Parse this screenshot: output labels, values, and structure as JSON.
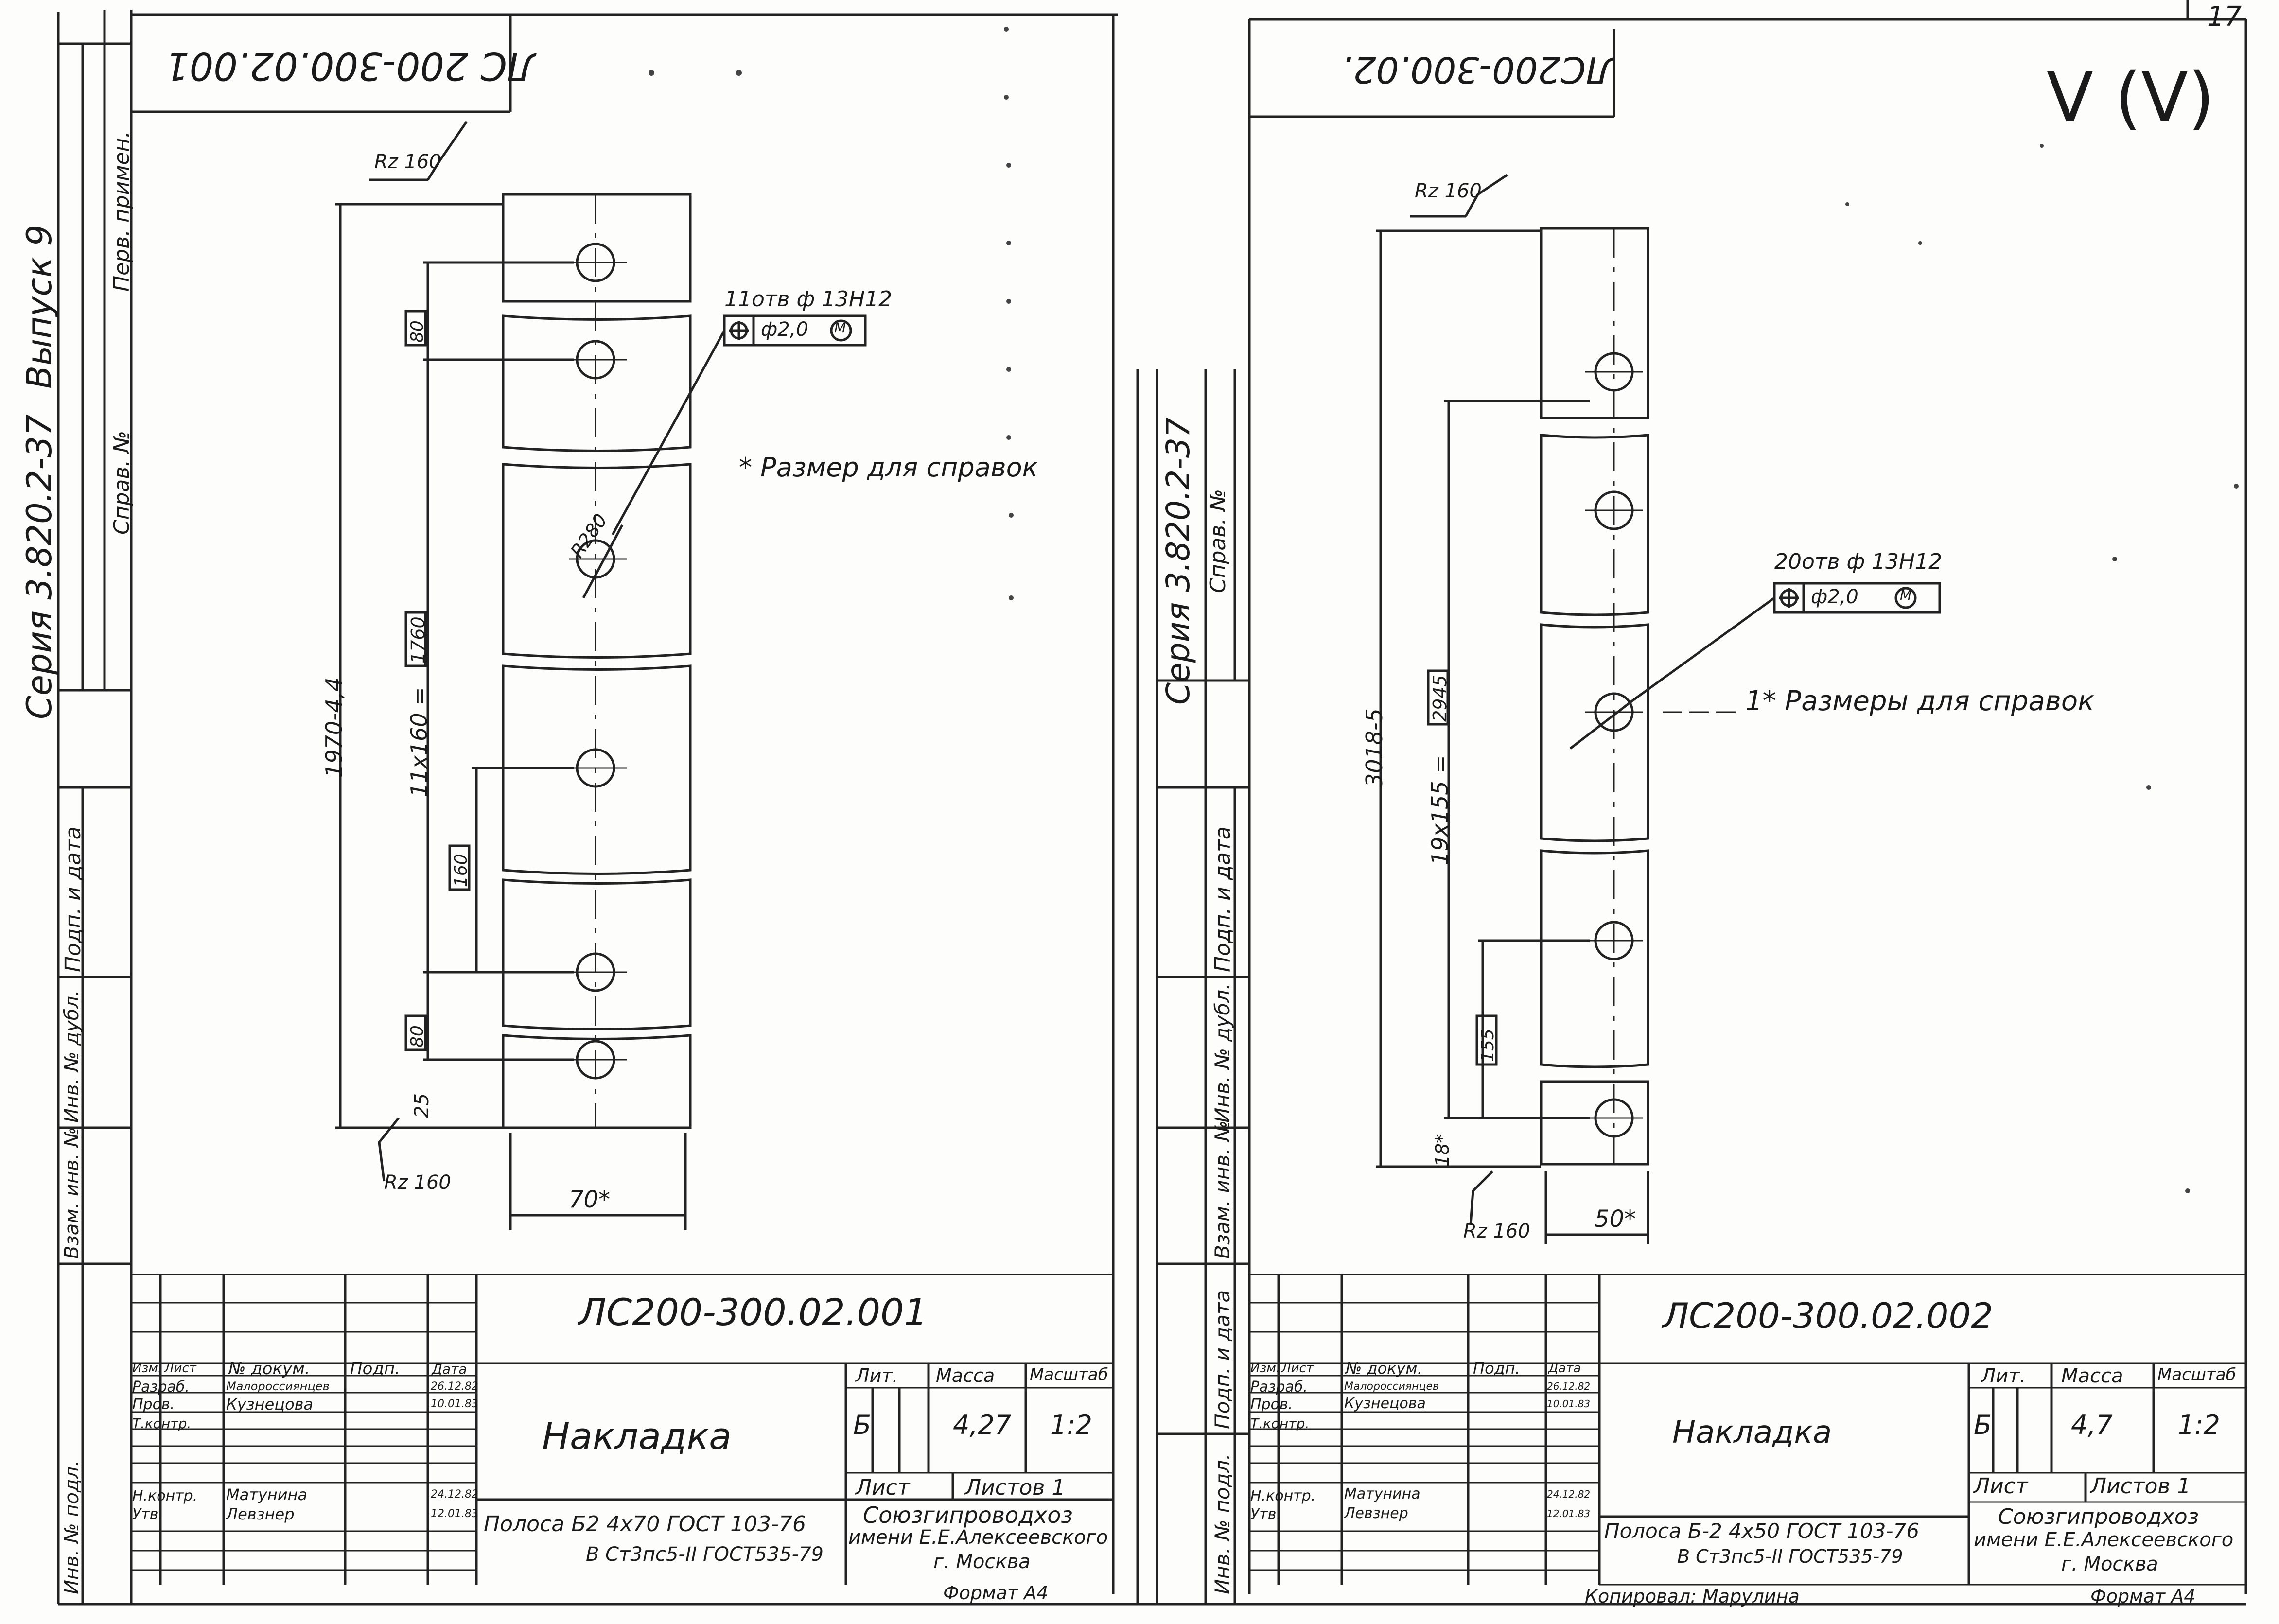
{
  "sheet_number": "17",
  "top_right_mark": "V (V)",
  "left_margin": {
    "series": "Серия 3.820.2-37",
    "issue": "Выпуск 9",
    "sprav": "Справ. №",
    "perv": "Перв. примен.",
    "podp_data": "Подп. и дата",
    "inv_dubl": "Инв. № дубл.",
    "vzam_inv": "Взам. инв. №",
    "inv_podl": "Инв. № подл."
  },
  "middle_margin": {
    "series": "Серия 3.820.2-37",
    "sprav": "Справ. №",
    "podp_data": "Подп. и дата",
    "inv_dubl": "Инв. № дубл.",
    "vzam_inv": "Взам. инв. №",
    "podp_data2": "Подп. и дата",
    "inv_podl": "Инв. № подл."
  },
  "sheet1": {
    "stamp_code": "ЛС 200-300.02.001",
    "roughness_top": "Rz 160",
    "roughness_bottom": "Rz 160",
    "hole_note": "11отв ф 13Н12",
    "tolerance": "ф2,0",
    "tolerance_mod": "M",
    "radius": "R280",
    "ref_note": "* Размер для справок",
    "dim_total": "1970-4,4",
    "dim_pitch": "11х160 =",
    "dim_pitch_val": "1760",
    "dim_top": "80",
    "dim_bottom": "80",
    "dim_step": "160",
    "dim_edge": "25",
    "dim_width": "70*",
    "title_block": {
      "designation": "ЛС200-300.02.001",
      "name": "Накладка",
      "lit_label": "Лит.",
      "mass_label": "Масса",
      "scale_label": "Масштаб",
      "lit": "Б",
      "mass": "4,27",
      "scale": "1:2",
      "sheet_label": "Лист",
      "sheets_label": "Листов 1",
      "material_line1": "Полоса  Б2 4х70 ГОСТ 103-76",
      "material_line2": "В Ст3пс5-II ГОСТ535-79",
      "org_line1": "Союзгипроводхоз",
      "org_line2": "имени Е.Е.Алексеевского",
      "org_line3": "г. Москва",
      "format": "Формат А4",
      "headers": [
        "Изм.",
        "Лист",
        "№ докум.",
        "Подп.",
        "Дата"
      ],
      "rows": [
        {
          "role": "Разраб.",
          "name": "Малороссиянцев"
        },
        {
          "role": "Пров.",
          "name": "Кузнецова"
        },
        {
          "role": "Т.контр.",
          "name": ""
        },
        {
          "role": "",
          "name": ""
        },
        {
          "role": "Н.контр.",
          "name": "Матунина"
        },
        {
          "role": "Утв.",
          "name": "Левзнер"
        }
      ],
      "dates": [
        "26.12.82",
        "10.01.83",
        "",
        "",
        "24.12.82",
        "12.01.83"
      ]
    }
  },
  "sheet2": {
    "stamp_code": "ЛС200-300.02.",
    "roughness_top": "Rz 160",
    "roughness_bottom": "Rz 160",
    "hole_note": "20отв ф 13Н12",
    "tolerance": "ф2,0",
    "tolerance_mod": "M",
    "ref_note": "1* Размеры для справок",
    "dim_total": "3018-5",
    "dim_pitch": "19х155 =",
    "dim_pitch_val": "2945",
    "dim_step": "155",
    "dim_edge": "18*",
    "dim_width": "50*",
    "title_block": {
      "designation": "ЛС200-300.02.002",
      "name": "Накладка",
      "lit_label": "Лит.",
      "mass_label": "Масса",
      "scale_label": "Масштаб",
      "lit": "Б",
      "mass": "4,7",
      "scale": "1:2",
      "sheet_label": "Лист",
      "sheets_label": "Листов 1",
      "material_line1": "Полоса  Б-2 4х50 ГОСТ 103-76",
      "material_line2": "В Ст3пс5-II ГОСТ535-79",
      "org_line1": "Союзгипроводхоз",
      "org_line2": "имени Е.Е.Алексеевского",
      "org_line3": "г. Москва",
      "format": "Формат А4",
      "copied": "Копировал:   Марулина",
      "headers": [
        "Изм.",
        "Лист",
        "№ докум.",
        "Подп.",
        "Дата"
      ],
      "rows": [
        {
          "role": "Разраб.",
          "name": "Малороссиянцев"
        },
        {
          "role": "Пров.",
          "name": "Кузнецова"
        },
        {
          "role": "Т.контр.",
          "name": ""
        },
        {
          "role": "",
          "name": ""
        },
        {
          "role": "Н.контр.",
          "name": "Матунина"
        },
        {
          "role": "Утв.",
          "name": "Левзнер"
        }
      ],
      "dates": [
        "26.12.82",
        "10.01.83",
        "",
        "",
        "24.12.82",
        "12.01.83"
      ]
    }
  }
}
